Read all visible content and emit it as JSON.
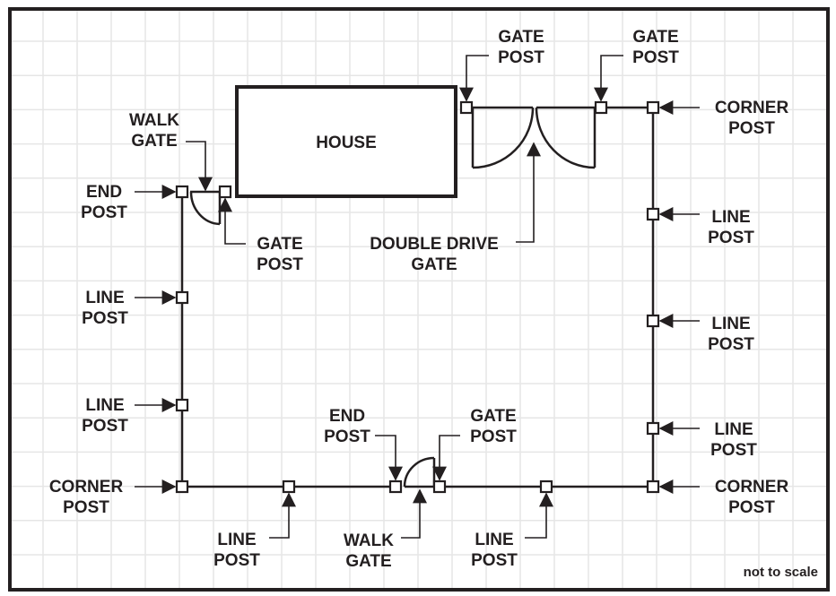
{
  "title": "Fence layout diagram",
  "colors": {
    "ink": "#231f20",
    "grid": "#e6e6e6",
    "background": "#ffffff"
  },
  "house": {
    "label": "HOUSE"
  },
  "note": "not to scale",
  "labels": {
    "walk_gate_top": [
      "WALK",
      "GATE"
    ],
    "end_post_left": [
      "END",
      "POST"
    ],
    "gate_post_left_walk": [
      "GATE",
      "POST"
    ],
    "line_post_left_1": [
      "LINE",
      "POST"
    ],
    "line_post_left_2": [
      "LINE",
      "POST"
    ],
    "corner_post_bottom_left": [
      "CORNER",
      "POST"
    ],
    "gate_post_drive_left": [
      "GATE",
      "POST"
    ],
    "gate_post_drive_right": [
      "GATE",
      "POST"
    ],
    "corner_post_top_right": [
      "CORNER",
      "POST"
    ],
    "double_drive_gate": [
      "DOUBLE DRIVE",
      "GATE"
    ],
    "line_post_right_1": [
      "LINE",
      "POST"
    ],
    "line_post_right_2": [
      "LINE",
      "POST"
    ],
    "line_post_right_3": [
      "LINE",
      "POST"
    ],
    "corner_post_bottom_right": [
      "CORNER",
      "POST"
    ],
    "line_post_bottom_1": [
      "LINE",
      "POST"
    ],
    "end_post_bottom": [
      "END",
      "POST"
    ],
    "walk_gate_bottom": [
      "WALK",
      "GATE"
    ],
    "gate_post_bottom": [
      "GATE",
      "POST"
    ],
    "line_post_bottom_2": [
      "LINE",
      "POST"
    ]
  }
}
